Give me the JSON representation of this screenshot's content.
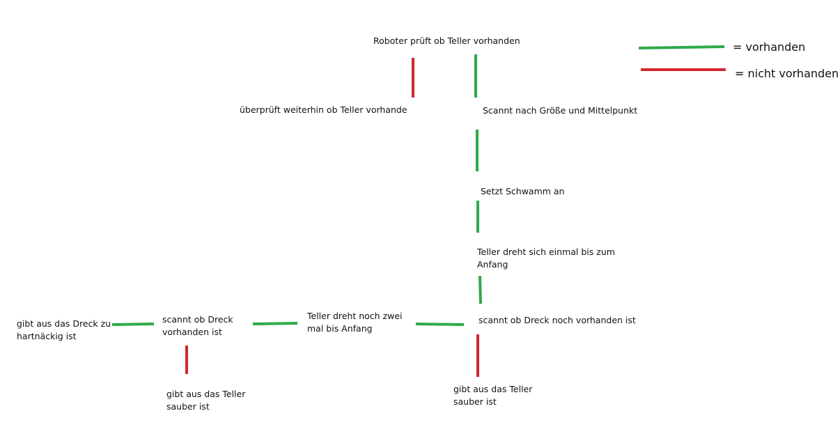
{
  "colors": {
    "present": "#2eaa4a",
    "not_present": "#d0272e",
    "text": "#111111"
  },
  "legend": {
    "present_label": "=  vorhanden",
    "not_present_label": "= nicht vorhanden"
  },
  "nodes": {
    "robot_check": "Roboter prüft ob Teller vorhanden",
    "keep_checking": "überprüft weiterhin ob Teller vorhande",
    "scan_size": "Scannt nach Größe und Mittelpunkt",
    "sponge": "Setzt Schwamm an",
    "rotate_once_1": "Teller dreht sich einmal bis zum",
    "rotate_once_2": "Anfang",
    "scan_dirt_again": "scannt ob Dreck noch vorhanden ist",
    "plate_clean_right_1": "gibt aus das Teller",
    "plate_clean_right_2": "sauber ist",
    "rotate_twice_1": "Teller dreht noch zwei",
    "rotate_twice_2": "mal bis Anfang",
    "scan_dirt_1": "scannt ob Dreck",
    "scan_dirt_2": "vorhanden ist",
    "plate_clean_left_1": "gibt aus das Teller",
    "plate_clean_left_2": "sauber ist",
    "too_stubborn_1": "gibt aus das Dreck zu",
    "too_stubborn_2": "hartnäckig ist"
  }
}
